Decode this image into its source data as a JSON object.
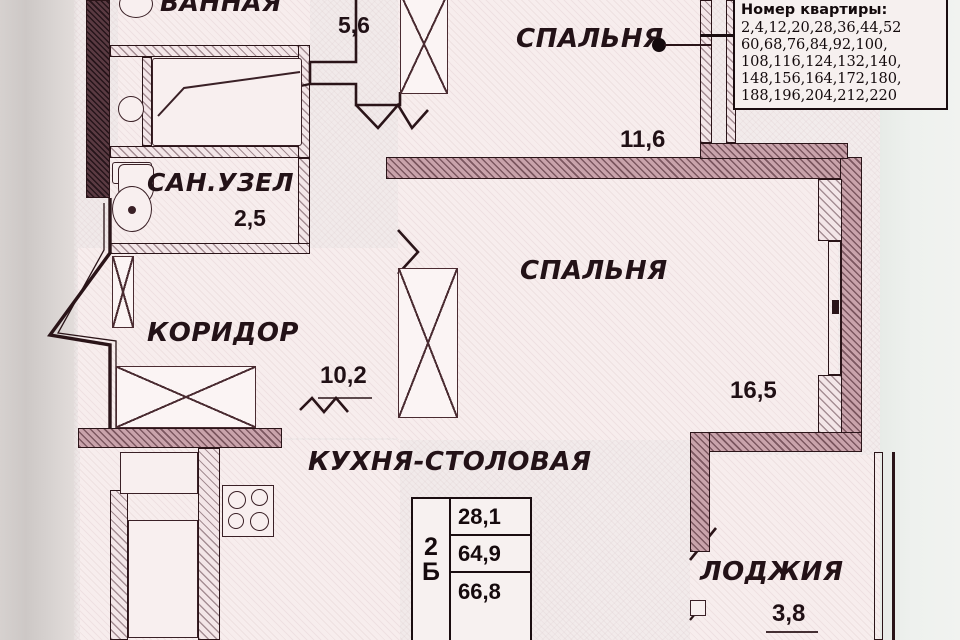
{
  "document": {
    "kind": "apartment-floor-plan",
    "language": "ru"
  },
  "apartment_numbers": {
    "title": "Номер квартиры:",
    "lines": [
      "2,4,12,20,28,36,44,52",
      "60,68,76,84,92,100,",
      "108,116,124,132,140,",
      "148,156,164,172,180,",
      "188,196,204,212,220"
    ]
  },
  "rooms": [
    {
      "id": "bathroom-tub",
      "label": "ВАННАЯ",
      "area": "5,6"
    },
    {
      "id": "wc",
      "label": "САН.УЗЕЛ",
      "area": "2,5"
    },
    {
      "id": "corridor",
      "label": "КОРИДОР",
      "area": "10,2"
    },
    {
      "id": "kitchen",
      "label": "КУХНЯ-СТОЛОВАЯ",
      "area": ""
    },
    {
      "id": "bedroom-1",
      "label": "СПАЛЬНЯ",
      "area": "11,6"
    },
    {
      "id": "bedroom-2",
      "label": "СПАЛЬНЯ",
      "area": "16,5"
    },
    {
      "id": "loggia",
      "label": "ЛОДЖИЯ",
      "area": "3,8"
    }
  ],
  "summary_table": {
    "class_lines": [
      "2",
      "Б"
    ],
    "values": [
      "28,1",
      "64,9",
      "66,8"
    ]
  },
  "colors": {
    "room_fill": "#f7eded",
    "bearing_wall": "#c9a3ab",
    "outline": "#2a1418",
    "paper": "#f0e9e9"
  }
}
